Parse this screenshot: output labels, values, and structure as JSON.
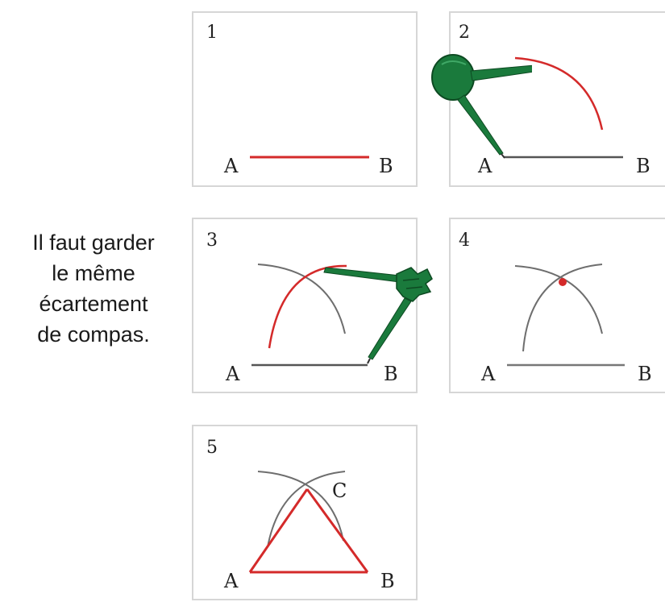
{
  "note": {
    "lines": [
      "Il faut garder",
      "le même",
      "écartement",
      "de compas."
    ]
  },
  "panels": [
    {
      "number": "1",
      "point_a": "A",
      "point_b": "B"
    },
    {
      "number": "2",
      "point_a": "A",
      "point_b": "B"
    },
    {
      "number": "3",
      "point_a": "A",
      "point_b": "B"
    },
    {
      "number": "4",
      "point_a": "A",
      "point_b": "B"
    },
    {
      "number": "5",
      "point_a": "A",
      "point_b": "B",
      "point_c": "C"
    }
  ],
  "colors": {
    "construction_red": "#d42a2a",
    "arc_gray": "#6e6e6e",
    "compass_green": "#1a7a3c",
    "panel_border": "#d6d6d6"
  },
  "icons": [
    "compass-icon"
  ]
}
